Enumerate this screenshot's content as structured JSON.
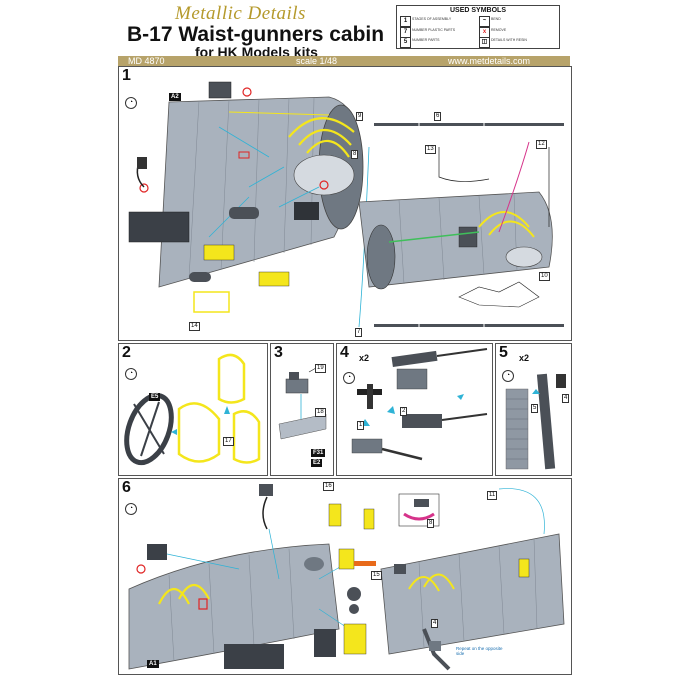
{
  "header": {
    "brand": "Metallic Details",
    "title": "B-17  Waist-gunners cabin",
    "subtitle": "for HK Models kits",
    "product_code": "MD 4870",
    "scale": "scale 1/48",
    "website": "www.metdetails.com"
  },
  "legend": {
    "title": "USED SYMBOLS",
    "items": [
      {
        "icon": "1",
        "label": "STAGES OF ASSEMBLY"
      },
      {
        "icon": "~",
        "label": "BEND"
      },
      {
        "icon": "7",
        "label": "NUMBER PLASTIC PARTS"
      },
      {
        "icon": "x",
        "label": "REMOVE"
      },
      {
        "icon": "5",
        "label": "NUMBER PARTS"
      },
      {
        "icon": "◫",
        "label": "DETAILS WITH RESIN"
      }
    ]
  },
  "panels": {
    "p1": {
      "step": "1",
      "part_tag": "A2",
      "callouts": [
        "9",
        "8",
        "6",
        "13",
        "12",
        "10",
        "14",
        "7"
      ]
    },
    "p2": {
      "step": "2",
      "part_tag": "E5",
      "callouts": [
        "17"
      ]
    },
    "p3": {
      "step": "3",
      "part_tags": [
        "F31",
        "E2"
      ],
      "callouts": [
        "19",
        "18"
      ]
    },
    "p4": {
      "step": "4",
      "multiplier": "x2",
      "callouts": [
        "1",
        "2"
      ]
    },
    "p5": {
      "step": "5",
      "multiplier": "x2",
      "callouts": [
        "5",
        "4"
      ]
    },
    "p6": {
      "step": "6",
      "part_tag": "A1",
      "callouts": [
        "16",
        "15",
        "11",
        "8",
        "4"
      ],
      "note": "Repeat on the opposite side"
    }
  },
  "colors": {
    "accent_bar": "#b7a36a",
    "brand": "#b59a2c",
    "fuselage": "#a9b2bd",
    "brass": "#f4e61c",
    "cyan_guides": "#2fb3d6",
    "magenta_wire": "#d6338a",
    "remove_red": "#e02424"
  }
}
